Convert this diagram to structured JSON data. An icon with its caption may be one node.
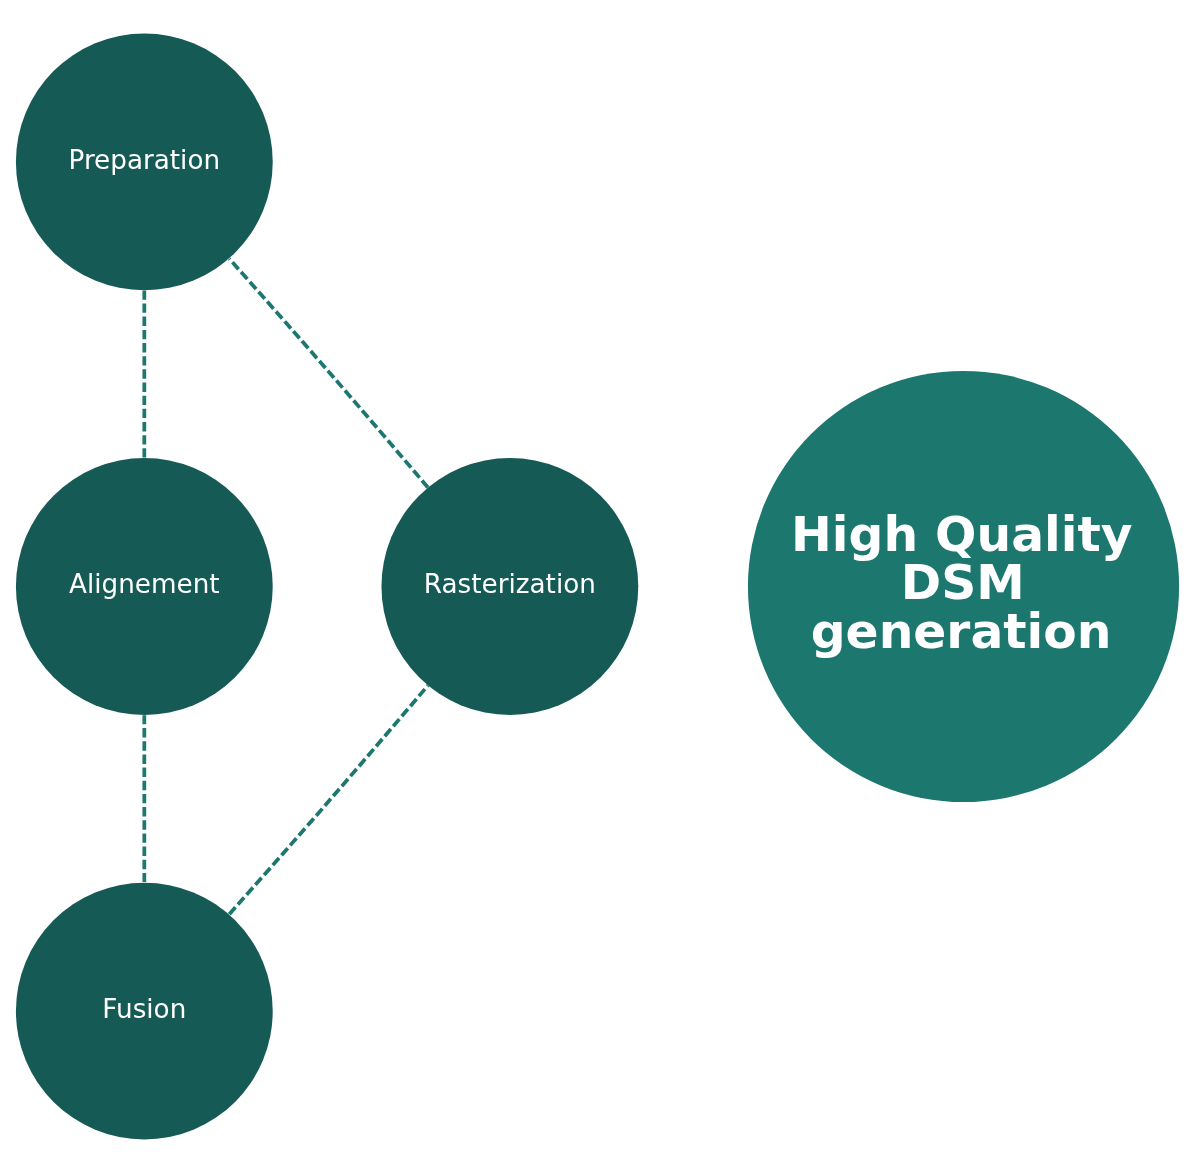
{
  "diagram": {
    "nodes": [
      {
        "text": [
          "Preparation"
        ]
      },
      {
        "text": [
          "Rasterization"
        ]
      },
      {
        "text": [
          "High Quality DSM generation"
        ]
      },
      {
        "text": [
          "Alignement"
        ]
      },
      {
        "text": [
          "Fusion"
        ]
      }
    ],
    "edges": [
      {
        "from": 0,
        "to": 3,
        "arrow": "none",
        "style": "dashed"
      },
      {
        "from": 3,
        "to": 4,
        "arrow": "none",
        "style": "dashed"
      },
      {
        "from": 4,
        "to": 1,
        "arrow": "none",
        "style": "dashed"
      },
      {
        "from": 1,
        "to": 0,
        "arrow": "none",
        "style": "dashed"
      }
    ]
  }
}
